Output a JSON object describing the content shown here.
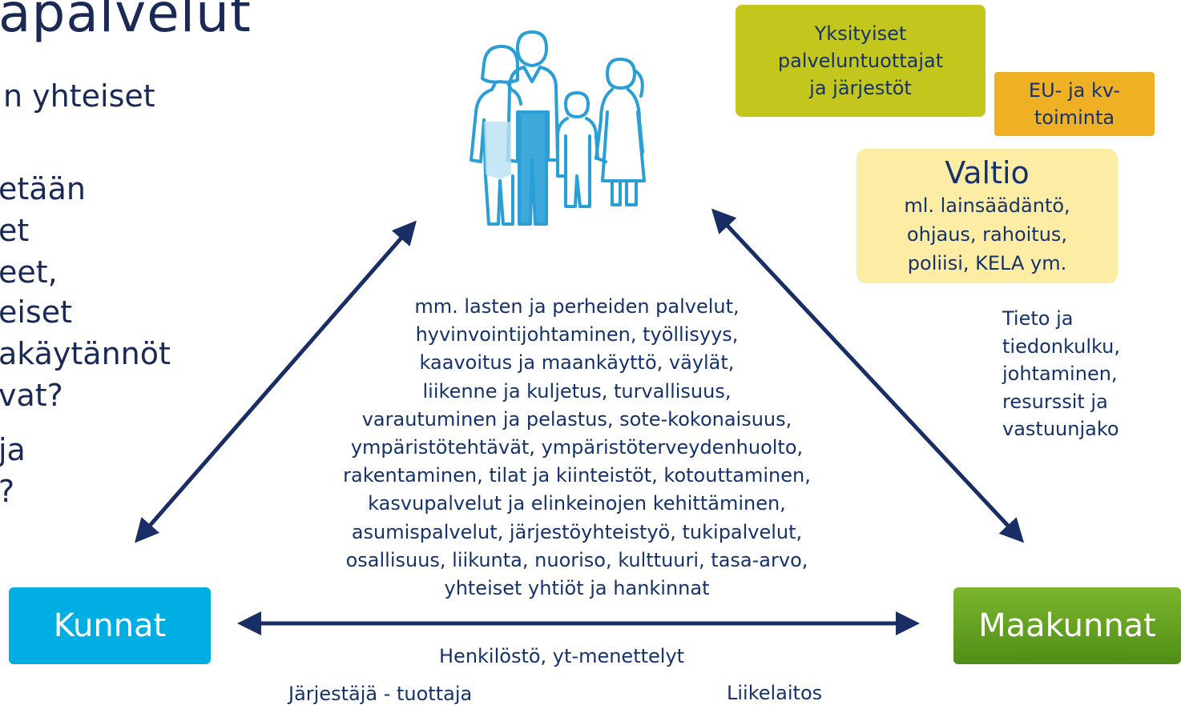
{
  "title": "apalvelut",
  "left_text": [
    "n yhteiset",
    "etään",
    "et",
    "eet,",
    "eiset",
    "akäytännöt",
    "vat?",
    "ja",
    "?"
  ],
  "boxes": {
    "yksityiset": [
      "Yksityiset",
      "palveluntuottajat",
      "ja järjestöt"
    ],
    "eu": [
      "EU- ja kv-",
      "toiminta"
    ],
    "valtio_title": "Valtio",
    "valtio_lines": [
      "ml. lainsäädäntö,",
      "ohjaus, rahoitus,",
      "poliisi, KELA ym."
    ],
    "kunnat": "Kunnat",
    "maakunnat": "Maakunnat"
  },
  "center_lines": [
    "mm. lasten ja perheiden palvelut,",
    "hyvinvointijohtaminen, työllisyys,",
    "kaavoitus ja maankäyttö, väylät,",
    "liikenne ja kuljetus, turvallisuus,",
    "varautuminen ja pelastus, sote-kokonaisuus,",
    "ympäristötehtävät, ympäristöterveydenhuolto,",
    "rakentaminen, tilat ja kiinteistöt, kotouttaminen,",
    "kasvupalvelut ja elinkeinojen kehittäminen,",
    "asumispalvelut, järjestöyhteistyö, tukipalvelut,",
    "osallisuus, liikunta, nuoriso, kulttuuri, tasa-arvo,",
    "yhteiset yhtiöt ja hankinnat"
  ],
  "tieto_lines": [
    "Tieto ja",
    "tiedonkulku,",
    "johtaminen,",
    "resurssit ja",
    "vastuunjako"
  ],
  "bottom": {
    "henkilosto": "Henkilöstö, yt-menettelyt",
    "jarjestaja": "Järjestäjä - tuottaja",
    "liikelaitos": "Liikelaitos"
  },
  "colors": {
    "arrow": "#1a2e66",
    "family_icon": "#2a9fd6",
    "yksityiset_bg": "#c3c61c",
    "eu_bg": "#f0b024",
    "valtio_bg": "#fdeca4",
    "kunnat_bg": "#00aee3",
    "maakunnat_bg": "#5c9c1e"
  }
}
